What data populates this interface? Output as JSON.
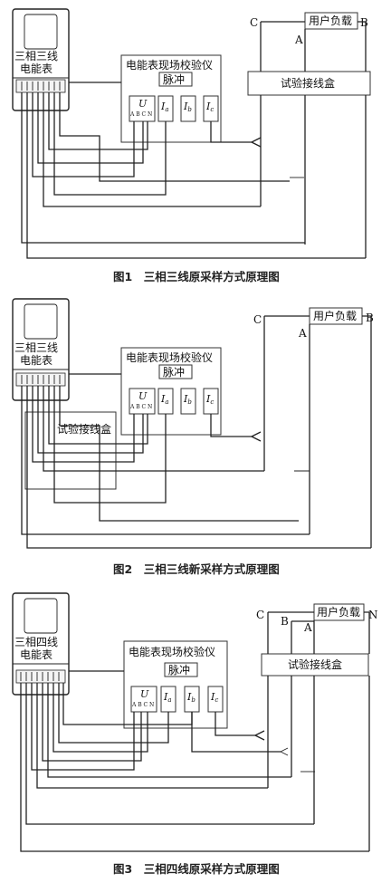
{
  "fig1": {
    "meter_label_1": "三相三线",
    "meter_label_2": "电能表",
    "tester_title": "电能表现场校验仪",
    "pulse": "脉冲",
    "u_label": "U",
    "u_terms": "A B C N",
    "ia": "I",
    "ia_sub": "a",
    "ib": "I",
    "ib_sub": "b",
    "ic": "I",
    "ic_sub": "c",
    "user_load": "用户负载",
    "junction_box": "试验接线盒",
    "phase_c": "C",
    "phase_a": "A",
    "phase_b": "B",
    "caption": "图1　三相三线原采样方式原理图"
  },
  "fig2": {
    "meter_label_1": "三相三线",
    "meter_label_2": "电能表",
    "tester_title": "电能表现场校验仪",
    "pulse": "脉冲",
    "u_label": "U",
    "u_terms": "A B C N",
    "ia": "I",
    "ia_sub": "a",
    "ib": "I",
    "ib_sub": "b",
    "ic": "I",
    "ic_sub": "c",
    "user_load": "用户负载",
    "junction_box": "试验接线盒",
    "phase_c": "C",
    "phase_a": "A",
    "phase_b": "B",
    "caption": "图2　三相三线新采样方式原理图"
  },
  "fig3": {
    "meter_label_1": "三相四线",
    "meter_label_2": "电能表",
    "tester_title": "电能表现场校验仪",
    "pulse": "脉冲",
    "u_label": "U",
    "u_terms": "A B C N",
    "ia": "I",
    "ia_sub": "a",
    "ib": "I",
    "ib_sub": "b",
    "ic": "I",
    "ic_sub": "c",
    "user_load": "用户负载",
    "junction_box": "试验接线盒",
    "phase_c": "C",
    "phase_b": "B",
    "phase_a": "A",
    "phase_n": "N",
    "caption": "图3　三相四线原采样方式原理图"
  }
}
